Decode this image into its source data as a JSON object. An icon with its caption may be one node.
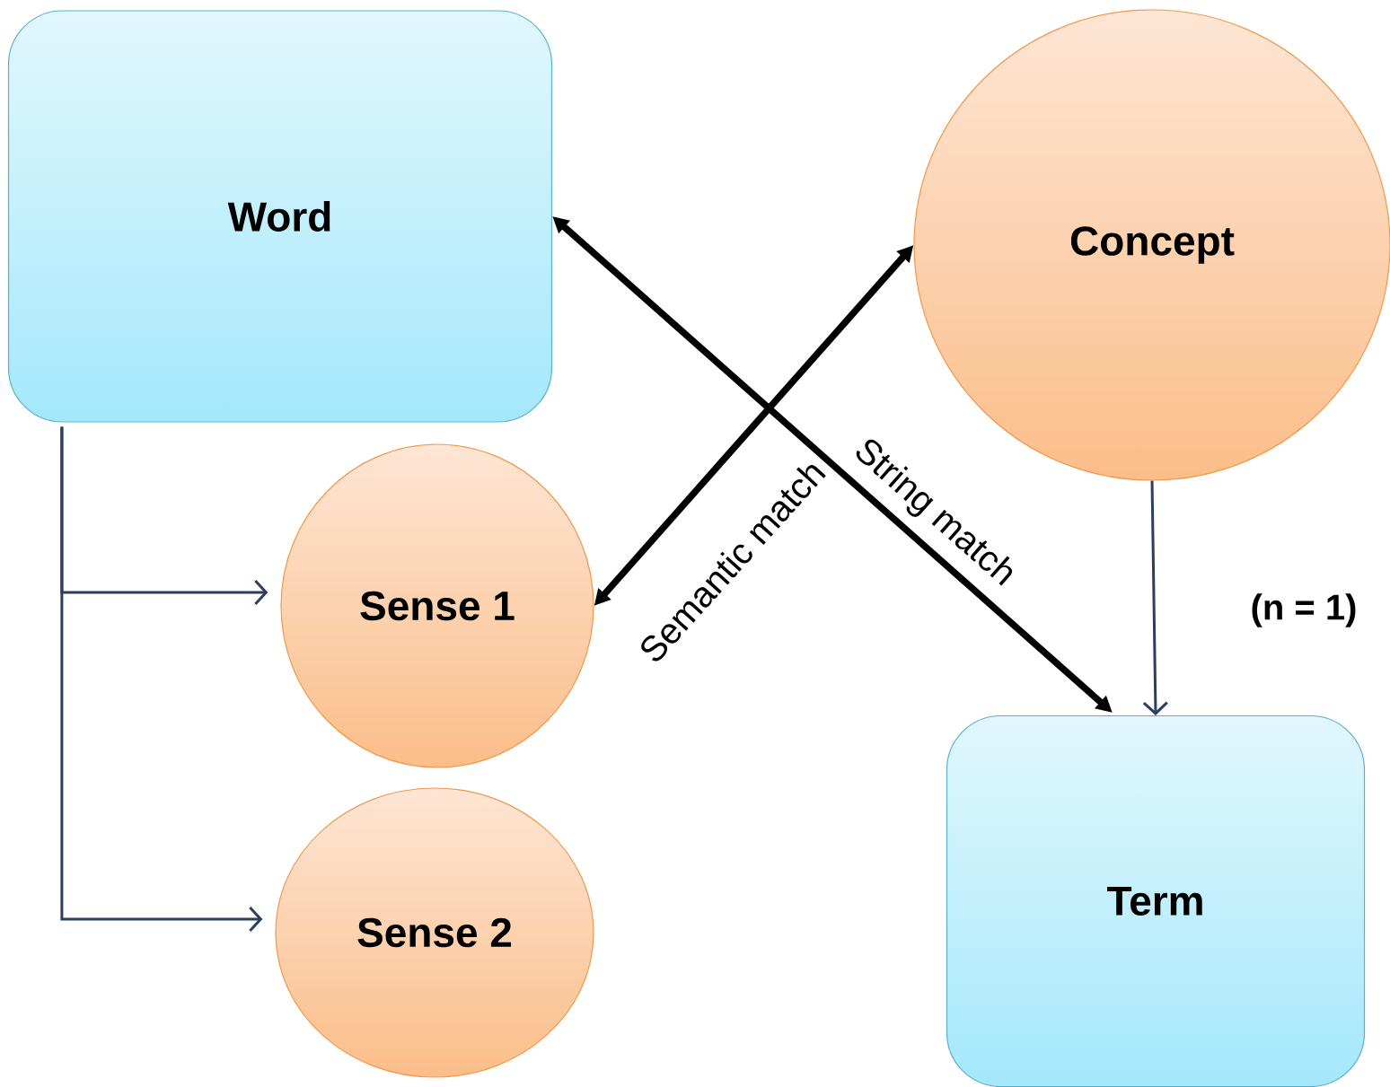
{
  "diagram": {
    "nodes": [
      {
        "text": [
          "Word"
        ]
      },
      {
        "text": [
          "Concept"
        ]
      },
      {
        "text": [
          "Sense 1"
        ]
      },
      {
        "text": [
          "Sense 2"
        ]
      },
      {
        "text": [
          "Term"
        ]
      }
    ],
    "edges": [
      {
        "from": 0,
        "to": 2,
        "arrow": "to"
      },
      {
        "from": 0,
        "to": 3,
        "arrow": "to"
      },
      {
        "from": 1,
        "to": 4,
        "arrow": "to",
        "label": "(n = 1)"
      },
      {
        "from": 0,
        "to": 4,
        "arrow": "both",
        "label": "String match",
        "style": "thick",
        "color": "#000000"
      },
      {
        "from": 1,
        "to": 2,
        "arrow": "both",
        "label": "Semantic match",
        "style": "thick",
        "color": "#000000"
      }
    ]
  }
}
